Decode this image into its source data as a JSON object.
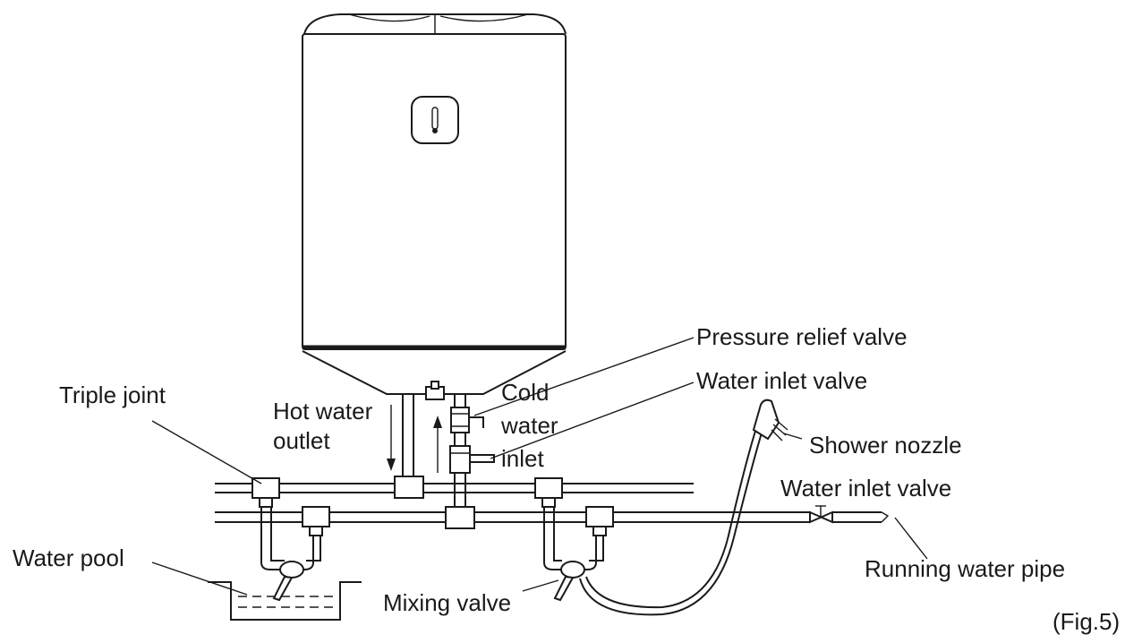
{
  "labels": {
    "pressure_relief_valve": "Pressure relief valve",
    "water_inlet_valve_top": "Water inlet valve",
    "triple_joint": "Triple joint",
    "hot_water_outlet_1": "Hot water",
    "hot_water_outlet_2": "outlet",
    "cold_water_inlet_1": "Cold",
    "cold_water_inlet_2": "water",
    "cold_water_inlet_3": "inlet",
    "shower_nozzle": "Shower nozzle",
    "water_inlet_valve_right": "Water inlet valve",
    "water_pool": "Water pool",
    "mixing_valve": "Mixing valve",
    "running_water_pipe": "Running water pipe",
    "figure_caption": "(Fig.5)"
  }
}
